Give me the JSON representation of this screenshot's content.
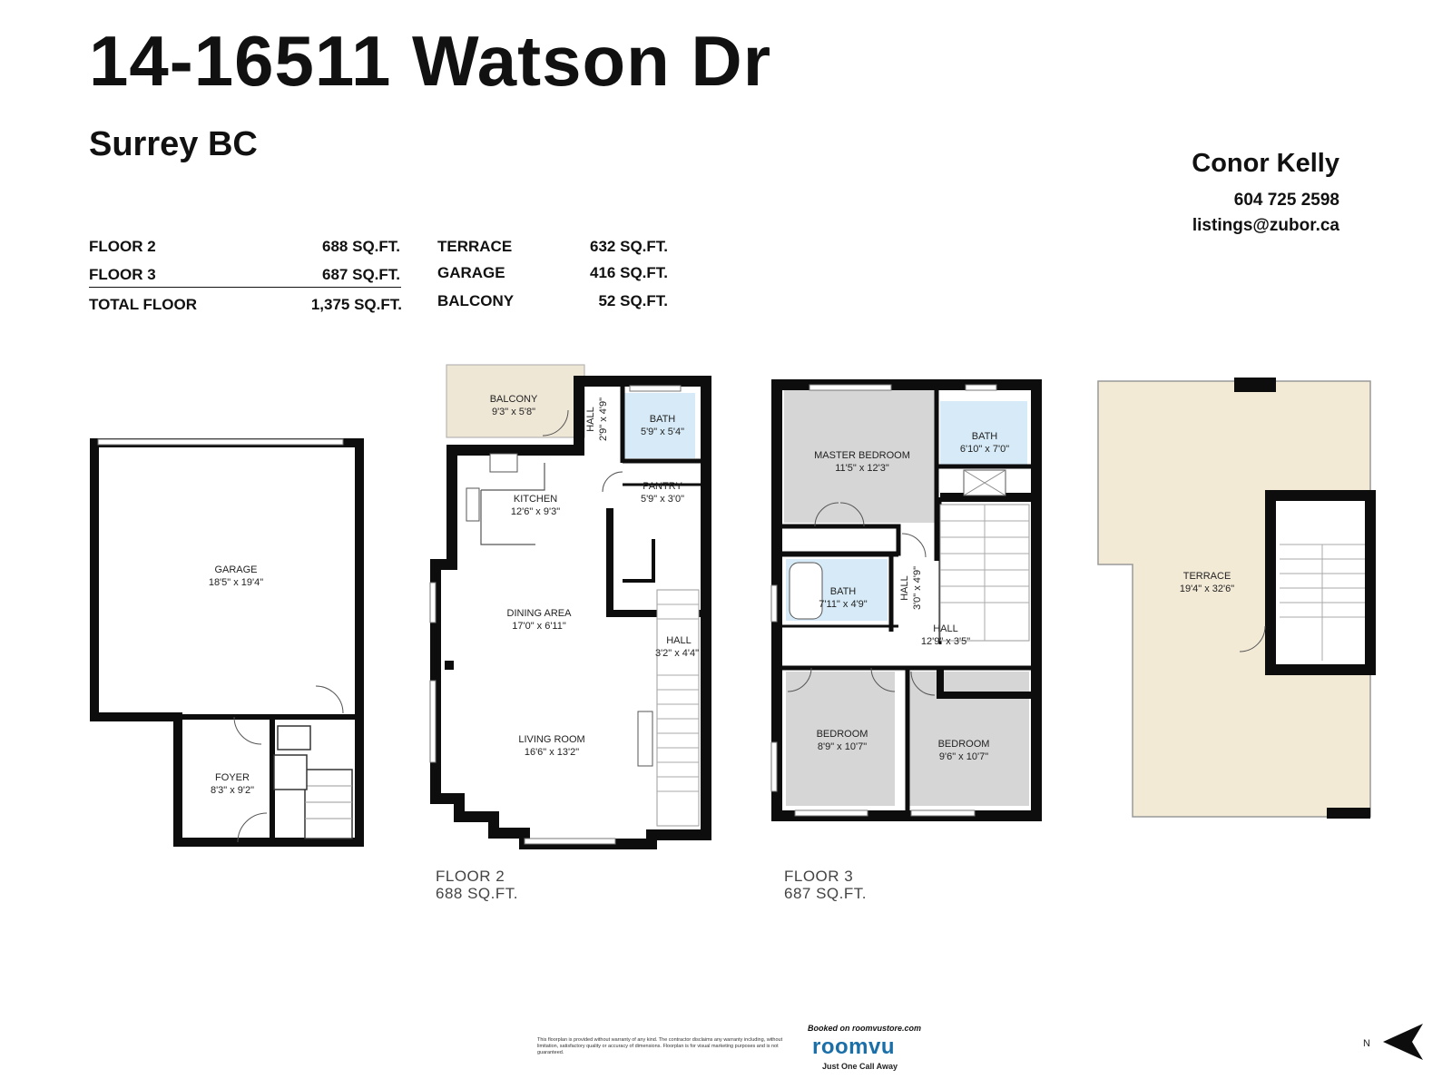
{
  "header": {
    "address": "14-16511 Watson Dr",
    "city": "Surrey BC"
  },
  "agent": {
    "name": "Conor Kelly",
    "phone": "604 725 2598",
    "email": "listings@zubor.ca"
  },
  "areas_left": [
    {
      "label": "FLOOR 2",
      "value": "688 SQ.FT."
    },
    {
      "label": "FLOOR 3",
      "value": "687 SQ.FT."
    },
    {
      "label": "TOTAL FLOOR",
      "value": "1,375 SQ.FT."
    }
  ],
  "areas_right": [
    {
      "label": "TERRACE",
      "value": "632 SQ.FT."
    },
    {
      "label": "GARAGE",
      "value": "416 SQ.FT."
    },
    {
      "label": "BALCONY",
      "value": "52 SQ.FT."
    }
  ],
  "rooms": {
    "garage": {
      "name": "GARAGE",
      "dims": "18'5\" x 19'4\""
    },
    "foyer": {
      "name": "FOYER",
      "dims": "8'3\" x 9'2\""
    },
    "balcony": {
      "name": "BALCONY",
      "dims": "9'3\" x 5'8\""
    },
    "hall_f2_top": {
      "name": "HALL",
      "dims": "2'9\" x 4'9\""
    },
    "bath_f2": {
      "name": "BATH",
      "dims": "5'9\" x 5'4\""
    },
    "kitchen": {
      "name": "KITCHEN",
      "dims": "12'6\" x 9'3\""
    },
    "pantry": {
      "name": "PANTRY",
      "dims": "5'9\" x 3'0\""
    },
    "dining": {
      "name": "DINING AREA",
      "dims": "17'0\" x 6'11\""
    },
    "hall_f2": {
      "name": "HALL",
      "dims": "3'2\" x 4'4\""
    },
    "living": {
      "name": "LIVING ROOM",
      "dims": "16'6\" x 13'2\""
    },
    "master": {
      "name": "MASTER BEDROOM",
      "dims": "11'5\" x 12'3\""
    },
    "bath_f3_top": {
      "name": "BATH",
      "dims": "6'10\" x 7'0\""
    },
    "bath_f3": {
      "name": "BATH",
      "dims": "7'11\" x 4'9\""
    },
    "hall_f3_v": {
      "name": "HALL",
      "dims": "3'0\" x 4'9\""
    },
    "hall_f3": {
      "name": "HALL",
      "dims": "12'9\" x 3'5\""
    },
    "bedroom1": {
      "name": "BEDROOM",
      "dims": "8'9\" x 10'7\""
    },
    "bedroom2": {
      "name": "BEDROOM",
      "dims": "9'6\" x 10'7\""
    },
    "terrace": {
      "name": "TERRACE",
      "dims": "19'4\" x 32'6\""
    }
  },
  "floor_labels": {
    "floor2": {
      "name": "FLOOR 2",
      "area": "688 SQ.FT."
    },
    "floor3": {
      "name": "FLOOR 3",
      "area": "687 SQ.FT."
    }
  },
  "footer": {
    "disclaimer": "This floorplan is provided without warranty of any kind. The contractor disclaims any warranty including, without limitation, satisfactory quality or accuracy of dimensions. Floorplan is for visual marketing purposes and is not guaranteed.",
    "booked": "Booked on roomvustore.com",
    "brand": "roomvu",
    "tagline": "Just One Call Away",
    "north": "N"
  },
  "colors": {
    "wall": "#0d0d0d",
    "room_gray": "#d6d6d6",
    "bath_blue": "#d6ebf7",
    "balcony_beige": "#efe7d6",
    "terrace_beige": "#f3ead6"
  }
}
